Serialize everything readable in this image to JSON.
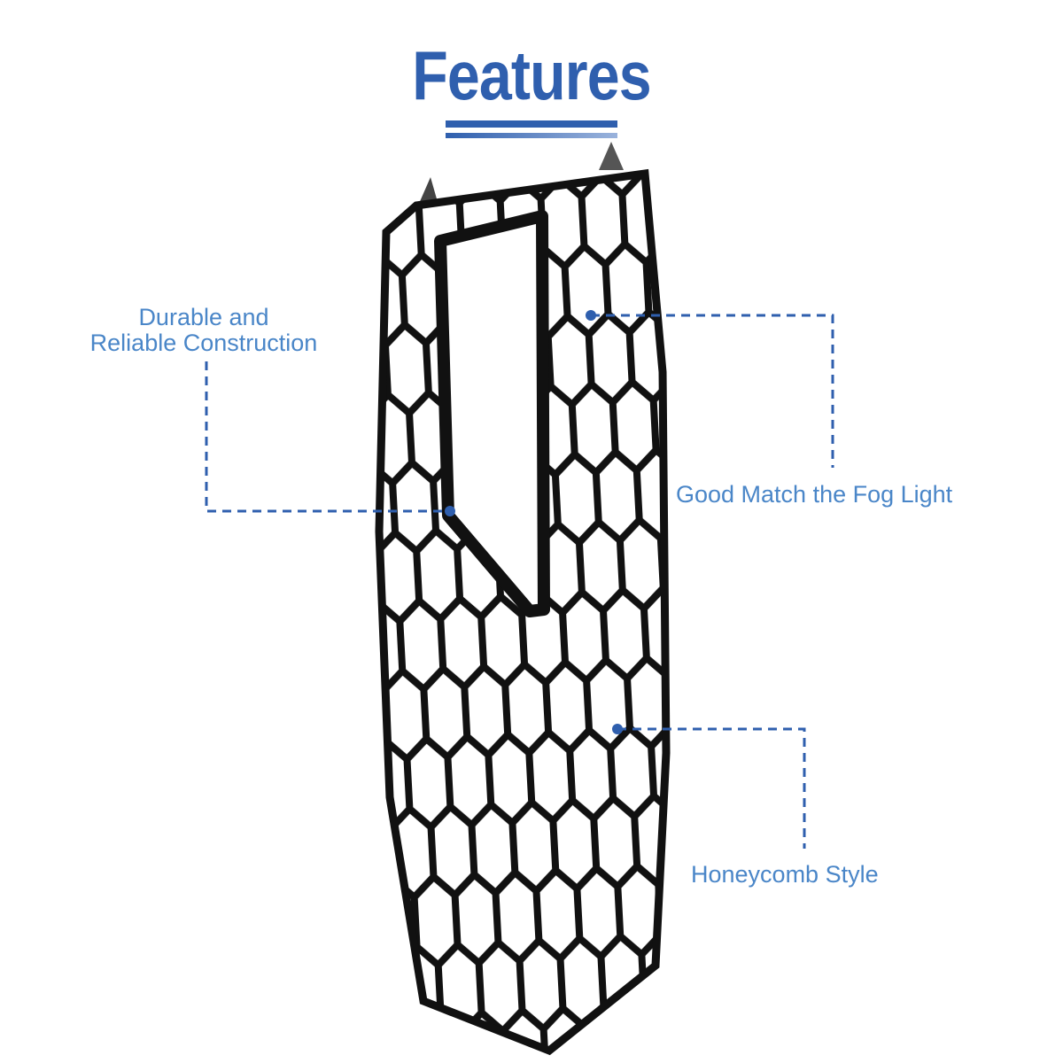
{
  "title": "Features",
  "callouts": {
    "durable_line1": "Durable and",
    "durable_line2": "Reliable Construction",
    "fog_light": "Good Match the Fog Light",
    "honeycomb": "Honeycomb Style"
  },
  "colors": {
    "accent": "#2f5fae",
    "label": "#4a86c8",
    "grille": "#111111"
  }
}
